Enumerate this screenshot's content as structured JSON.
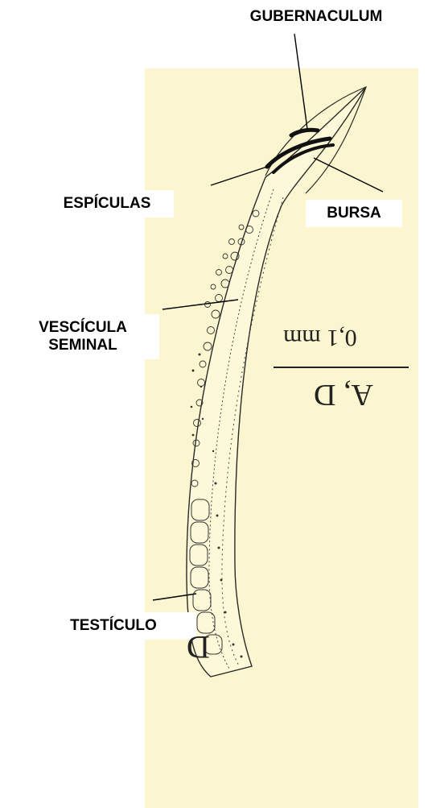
{
  "labels": {
    "gubernaculum": "GUBERNACULUM",
    "espiculas": "ESPÍCULAS",
    "bursa": "BURSA",
    "vesicula_line1": "VESCÍCULA",
    "vesicula_line2": "SEMINAL",
    "testiculo": "TESTÍCULO"
  },
  "scale": {
    "panel": "A, D",
    "length": "0,1 mm"
  },
  "panel_letter": "D",
  "colors": {
    "paper": "#fbf6cf",
    "ink": "#2a2a2a",
    "label_background": "#ffffff"
  }
}
